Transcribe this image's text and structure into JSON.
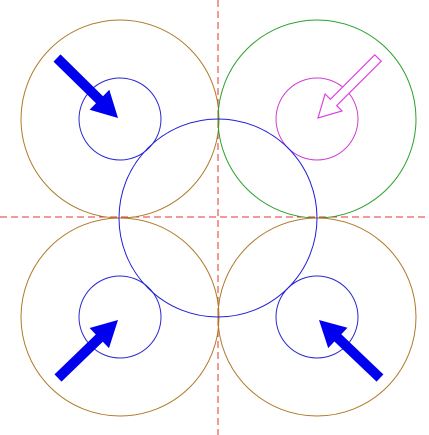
{
  "diagram": {
    "axes_color": "#e8342e",
    "central_circle": {
      "color": "#1f1fd6"
    },
    "quadrants": [
      {
        "id": "top-left",
        "outer_color": "#b07a2a",
        "inner_color": "#2a2ad0",
        "arrow_style": "filled",
        "arrow_color": "#0000ee",
        "arrow_direction": "down-right"
      },
      {
        "id": "top-right",
        "outer_color": "#2ca02c",
        "inner_color": "#d040d0",
        "arrow_style": "outline",
        "arrow_color": "#e040e0",
        "arrow_direction": "down-left"
      },
      {
        "id": "bottom-left",
        "outer_color": "#b07a2a",
        "inner_color": "#2a2ad0",
        "arrow_style": "filled",
        "arrow_color": "#0000ee",
        "arrow_direction": "up-right"
      },
      {
        "id": "bottom-right",
        "outer_color": "#b07a2a",
        "inner_color": "#2a2ad0",
        "arrow_style": "filled",
        "arrow_color": "#0000ee",
        "arrow_direction": "up-left"
      }
    ]
  }
}
